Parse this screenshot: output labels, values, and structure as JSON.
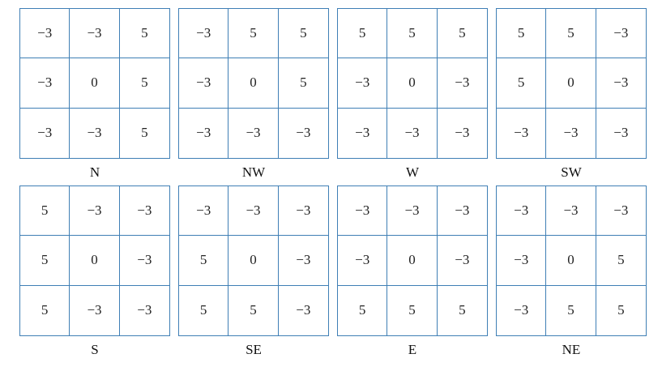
{
  "kernels": [
    {
      "label": "N",
      "cells": [
        [
          "−3",
          "−3",
          "5"
        ],
        [
          "−3",
          "0",
          "5"
        ],
        [
          "−3",
          "−3",
          "5"
        ]
      ]
    },
    {
      "label": "NW",
      "cells": [
        [
          "−3",
          "5",
          "5"
        ],
        [
          "−3",
          "0",
          "5"
        ],
        [
          "−3",
          "−3",
          "−3"
        ]
      ]
    },
    {
      "label": "W",
      "cells": [
        [
          "5",
          "5",
          "5"
        ],
        [
          "−3",
          "0",
          "−3"
        ],
        [
          "−3",
          "−3",
          "−3"
        ]
      ]
    },
    {
      "label": "SW",
      "cells": [
        [
          "5",
          "5",
          "−3"
        ],
        [
          "5",
          "0",
          "−3"
        ],
        [
          "−3",
          "−3",
          "−3"
        ]
      ]
    },
    {
      "label": "S",
      "cells": [
        [
          "5",
          "−3",
          "−3"
        ],
        [
          "5",
          "0",
          "−3"
        ],
        [
          "5",
          "−3",
          "−3"
        ]
      ]
    },
    {
      "label": "SE",
      "cells": [
        [
          "−3",
          "−3",
          "−3"
        ],
        [
          "5",
          "0",
          "−3"
        ],
        [
          "5",
          "5",
          "−3"
        ]
      ]
    },
    {
      "label": "E",
      "cells": [
        [
          "−3",
          "−3",
          "−3"
        ],
        [
          "−3",
          "0",
          "−3"
        ],
        [
          "5",
          "5",
          "5"
        ]
      ]
    },
    {
      "label": "NE",
      "cells": [
        [
          "−3",
          "−3",
          "−3"
        ],
        [
          "−3",
          "0",
          "5"
        ],
        [
          "−3",
          "5",
          "5"
        ]
      ]
    }
  ],
  "colors": {
    "grid_line": "#3f7fb5",
    "text": "#111111"
  }
}
